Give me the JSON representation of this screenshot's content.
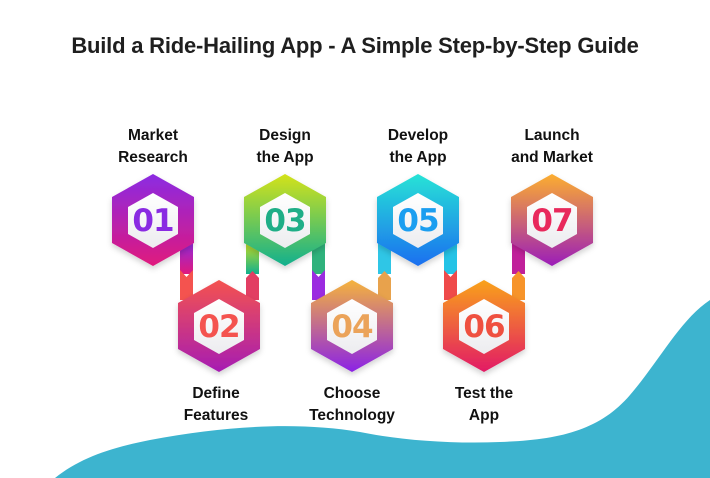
{
  "title": "Build a Ride-Hailing App - A Simple Step-by-Step Guide",
  "steps": [
    {
      "number": "01",
      "line1": "Market",
      "line2": "Research",
      "row": "top",
      "colors": {
        "top": "#8b2be2",
        "bottom": "#e0197d",
        "text": "#8a2be2"
      }
    },
    {
      "number": "02",
      "line1": "Define",
      "line2": "Features",
      "row": "bottom",
      "colors": {
        "top": "#f4534f",
        "bottom": "#a61cb3",
        "text": "#f4534f"
      }
    },
    {
      "number": "03",
      "line1": "Design",
      "line2": "the App",
      "row": "top",
      "colors": {
        "top": "#d4e21a",
        "bottom": "#12b08e",
        "text": "#1fae87"
      }
    },
    {
      "number": "04",
      "line1": "Choose",
      "line2": "Technology",
      "row": "bottom",
      "colors": {
        "top": "#f5b33c",
        "bottom": "#8b22e6",
        "text": "#eba35a"
      }
    },
    {
      "number": "05",
      "line1": "Develop",
      "line2": "the App",
      "row": "top",
      "colors": {
        "top": "#27e3d6",
        "bottom": "#1c6ff0",
        "text": "#1b9ef0"
      }
    },
    {
      "number": "06",
      "line1": "Test the",
      "line2": "App",
      "row": "bottom",
      "colors": {
        "top": "#f9a21a",
        "bottom": "#e21a66",
        "text": "#ef5040"
      }
    },
    {
      "number": "07",
      "line1": "Launch",
      "line2": "and Market",
      "row": "top",
      "colors": {
        "top": "#fcae2f",
        "bottom": "#9b1db9",
        "text": "#e8295c"
      }
    }
  ],
  "accent_wave_color": "#3db4cf"
}
